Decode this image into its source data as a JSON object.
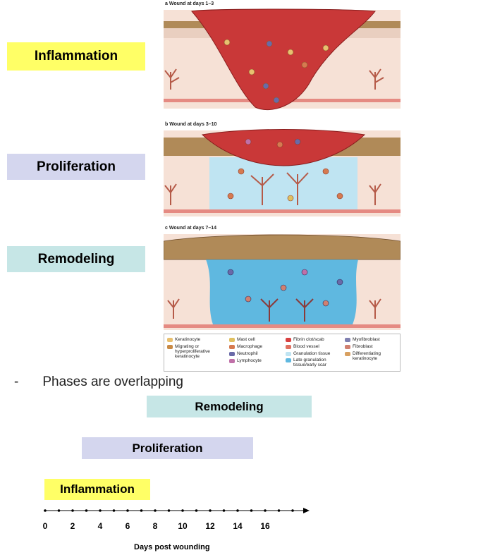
{
  "phases": {
    "inflammation": {
      "label": "Inflammation",
      "color": "#ffff66"
    },
    "proliferation": {
      "label": "Proliferation",
      "color": "#d4d6ee"
    },
    "remodeling": {
      "label": "Remodeling",
      "color": "#c6e6e6"
    }
  },
  "panels": [
    {
      "title": "a  Wound at days 1–3"
    },
    {
      "title": "b  Wound at days 3–10"
    },
    {
      "title": "c  Wound at days 7–14"
    }
  ],
  "legend": [
    {
      "label": "Keratinocyte",
      "color": "#e8c070"
    },
    {
      "label": "Migrating or hyperproliferative keratinocyte",
      "color": "#c98a45"
    },
    {
      "label": "Mast cell",
      "color": "#e0c060"
    },
    {
      "label": "Macrophage",
      "color": "#d67a50"
    },
    {
      "label": "Neutrophil",
      "color": "#6a6aa8"
    },
    {
      "label": "Lymphocyte",
      "color": "#c070a8"
    },
    {
      "label": "Fibrin clot/scab",
      "color": "#d84040"
    },
    {
      "label": "Blood vessel",
      "color": "#e07060"
    },
    {
      "label": "Granulation tissue",
      "color": "#bfe4f2"
    },
    {
      "label": "Late granulation tissue/early scar",
      "color": "#5fb8e0"
    },
    {
      "label": "Myofibroblast",
      "color": "#8080b0"
    },
    {
      "label": "Fibroblast",
      "color": "#d08070"
    },
    {
      "label": "Differentiating keratinocyte",
      "color": "#d8a060"
    }
  ],
  "note": {
    "dash": "-",
    "text": "Phases are overlapping"
  },
  "timeline": {
    "ticks": [
      "0",
      "2",
      "4",
      "6",
      "8",
      "10",
      "12",
      "14",
      "16"
    ],
    "axis_title": "Days post wounding",
    "bars": [
      {
        "label": "Remodeling",
        "color": "#c6e6e6"
      },
      {
        "label": "Proliferation",
        "color": "#d4d6ee"
      },
      {
        "label": "Inflammation",
        "color": "#ffff66"
      }
    ]
  }
}
